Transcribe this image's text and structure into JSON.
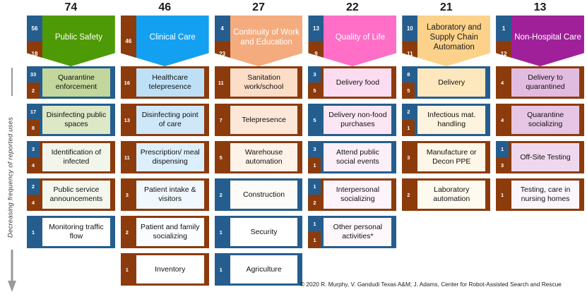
{
  "axis": {
    "label": "Decreasing frequency of reported uses",
    "arrow_icon": "down-arrow-icon"
  },
  "footer": {
    "credit": "© 2020 R. Murphy, V. Gandudi Texas A&M; J. Adams, Center for Robot-Assisted Search and Rescue"
  },
  "colors": {
    "badge_blue": "#255E8E",
    "badge_brown": "#8C3B0C",
    "public_safety": "#4E9A06",
    "clinical_care": "#14A0F0",
    "continuity": "#F4AB7E",
    "quality_of_life": "#FF6EC7",
    "laboratory": "#FCD28A",
    "non_hospital": "#A0209A"
  },
  "columns": [
    {
      "total": "74",
      "header": {
        "title": "Public Safety",
        "fill": "#4E9A06",
        "title_color": "#ffffff",
        "badges": [
          {
            "value": "56",
            "type": "blue"
          },
          {
            "value": "18",
            "type": "brown"
          }
        ]
      },
      "items": [
        {
          "label": "Quarantine enforcement",
          "fill": "#C3D69B",
          "frame": "#255E8E",
          "badges": [
            {
              "value": "33",
              "type": "blue"
            },
            {
              "value": "2",
              "type": "brown"
            }
          ]
        },
        {
          "label": "Disinfecting public spaces",
          "fill": "#DDE8C6",
          "frame": "#255E8E",
          "badges": [
            {
              "value": "17",
              "type": "blue"
            },
            {
              "value": "8",
              "type": "brown"
            }
          ]
        },
        {
          "label": "Identification of infected",
          "fill": "#F1F5EA",
          "frame": "#8C3B0C",
          "badges": [
            {
              "value": "3",
              "type": "blue"
            },
            {
              "value": "4",
              "type": "brown"
            }
          ]
        },
        {
          "label": "Public service announcements",
          "fill": "#F4F7EE",
          "frame": "#8C3B0C",
          "badges": [
            {
              "value": "2",
              "type": "blue"
            },
            {
              "value": "4",
              "type": "brown"
            }
          ]
        },
        {
          "label": "Monitoring traffic flow",
          "fill": "#FFFFFF",
          "frame": "#255E8E",
          "badges": [
            {
              "value": "1",
              "type": "blue"
            }
          ]
        }
      ]
    },
    {
      "total": "46",
      "header": {
        "title": "Clinical Care",
        "fill": "#14A0F0",
        "title_color": "#ffffff",
        "badges": [
          {
            "value": "46",
            "type": "brown"
          }
        ]
      },
      "items": [
        {
          "label": "Healthcare telepresence",
          "fill": "#BDE0F7",
          "frame": "#8C3B0C",
          "badges": [
            {
              "value": "16",
              "type": "brown"
            }
          ]
        },
        {
          "label": "Disinfecting point of care",
          "fill": "#CEE8FA",
          "frame": "#8C3B0C",
          "badges": [
            {
              "value": "13",
              "type": "brown"
            }
          ]
        },
        {
          "label": "Prescription/ meal dispensing",
          "fill": "#DCEFFC",
          "frame": "#8C3B0C",
          "badges": [
            {
              "value": "11",
              "type": "brown"
            }
          ]
        },
        {
          "label": "Patient intake & visitors",
          "fill": "#F0F8FE",
          "frame": "#8C3B0C",
          "badges": [
            {
              "value": "3",
              "type": "brown"
            }
          ]
        },
        {
          "label": "Patient and family socializing",
          "fill": "#FAFDFF",
          "frame": "#8C3B0C",
          "badges": [
            {
              "value": "2",
              "type": "brown"
            }
          ]
        },
        {
          "label": "Inventory",
          "fill": "#FFFFFF",
          "frame": "#8C3B0C",
          "badges": [
            {
              "value": "1",
              "type": "brown"
            }
          ]
        }
      ]
    },
    {
      "total": "27",
      "header": {
        "title": "Continuity of Work and Education",
        "fill": "#F4AB7E",
        "title_color": "#ffffff",
        "badges": [
          {
            "value": "4",
            "type": "blue"
          },
          {
            "value": "23",
            "type": "brown"
          }
        ]
      },
      "items": [
        {
          "label": "Sanitation work/school",
          "fill": "#FBDDC8",
          "frame": "#8C3B0C",
          "badges": [
            {
              "value": "11",
              "type": "brown"
            }
          ]
        },
        {
          "label": "Telepresence",
          "fill": "#FCE7D8",
          "frame": "#8C3B0C",
          "badges": [
            {
              "value": "7",
              "type": "brown"
            }
          ]
        },
        {
          "label": "Warehouse automation",
          "fill": "#FEF2E9",
          "frame": "#8C3B0C",
          "badges": [
            {
              "value": "5",
              "type": "brown"
            }
          ]
        },
        {
          "label": "Construction",
          "fill": "#FDFBF8",
          "frame": "#255E8E",
          "badges": [
            {
              "value": "2",
              "type": "blue"
            }
          ]
        },
        {
          "label": "Security",
          "fill": "#FFFFFF",
          "frame": "#255E8E",
          "badges": [
            {
              "value": "1",
              "type": "blue"
            }
          ]
        },
        {
          "label": "Agriculture",
          "fill": "#FFFFFF",
          "frame": "#255E8E",
          "badges": [
            {
              "value": "1",
              "type": "blue"
            }
          ]
        }
      ]
    },
    {
      "total": "22",
      "header": {
        "title": "Quality of Life",
        "fill": "#FF6EC7",
        "title_color": "#ffffff",
        "badges": [
          {
            "value": "13",
            "type": "blue"
          },
          {
            "value": "9",
            "type": "brown"
          }
        ]
      },
      "items": [
        {
          "label": "Delivery food",
          "fill": "#FCDCF0",
          "frame": "#8C3B0C",
          "badges": [
            {
              "value": "3",
              "type": "blue"
            },
            {
              "value": "5",
              "type": "brown"
            }
          ]
        },
        {
          "label": "Delivery non-food purchases",
          "fill": "#FDE6F4",
          "frame": "#255E8E",
          "badges": [
            {
              "value": "5",
              "type": "blue"
            }
          ]
        },
        {
          "label": "Attend public social events",
          "fill": "#FDEFF8",
          "frame": "#255E8E",
          "badges": [
            {
              "value": "3",
              "type": "blue"
            },
            {
              "value": "1",
              "type": "brown"
            }
          ]
        },
        {
          "label": "Interpersonal socializing",
          "fill": "#FDF3FA",
          "frame": "#8C3B0C",
          "badges": [
            {
              "value": "1",
              "type": "blue"
            },
            {
              "value": "2",
              "type": "brown"
            }
          ]
        },
        {
          "label": "Other personal activities*",
          "fill": "#FEF7FC",
          "frame": "#255E8E",
          "badges": [
            {
              "value": "1",
              "type": "blue"
            },
            {
              "value": "1",
              "type": "brown"
            }
          ]
        }
      ]
    },
    {
      "total": "21",
      "header": {
        "title": "Laboratory and Supply Chain Automation",
        "fill": "#FCD28A",
        "title_color": "#1a1a1a",
        "badges": [
          {
            "value": "10",
            "type": "blue"
          },
          {
            "value": "11",
            "type": "brown"
          }
        ]
      },
      "items": [
        {
          "label": "Delivery",
          "fill": "#FDE7BD",
          "frame": "#255E8E",
          "badges": [
            {
              "value": "8",
              "type": "blue"
            },
            {
              "value": "5",
              "type": "brown"
            }
          ]
        },
        {
          "label": "Infectious mat. handling",
          "fill": "#FEF3DE",
          "frame": "#255E8E",
          "badges": [
            {
              "value": "2",
              "type": "blue"
            },
            {
              "value": "1",
              "type": "brown"
            }
          ]
        },
        {
          "label": "Manufacture or Decon PPE",
          "fill": "#FEF6E7",
          "frame": "#8C3B0C",
          "badges": [
            {
              "value": "3",
              "type": "brown"
            }
          ]
        },
        {
          "label": "Laboratory automation",
          "fill": "#FFFAF0",
          "frame": "#8C3B0C",
          "badges": [
            {
              "value": "2",
              "type": "brown"
            }
          ]
        }
      ]
    },
    {
      "total": "13",
      "header": {
        "title": "Non-Hospital Care",
        "fill": "#A0209A",
        "title_color": "#ffffff",
        "badges": [
          {
            "value": "1",
            "type": "blue"
          },
          {
            "value": "12",
            "type": "brown"
          }
        ]
      },
      "items": [
        {
          "label": "Delivery to quarantined",
          "fill": "#E2BBE0",
          "frame": "#8C3B0C",
          "badges": [
            {
              "value": "4",
              "type": "brown"
            }
          ]
        },
        {
          "label": "Quarantine socializing",
          "fill": "#E6C5E5",
          "frame": "#8C3B0C",
          "badges": [
            {
              "value": "4",
              "type": "brown"
            }
          ]
        },
        {
          "label": "Off-Site Testing",
          "fill": "#EFD8EE",
          "frame": "#8C3B0C",
          "badges": [
            {
              "value": "1",
              "type": "blue"
            },
            {
              "value": "3",
              "type": "brown"
            }
          ]
        },
        {
          "label": "Testing, care in nursing homes",
          "fill": "#FBF6FB",
          "frame": "#8C3B0C",
          "badges": [
            {
              "value": "1",
              "type": "brown"
            }
          ]
        }
      ]
    }
  ]
}
